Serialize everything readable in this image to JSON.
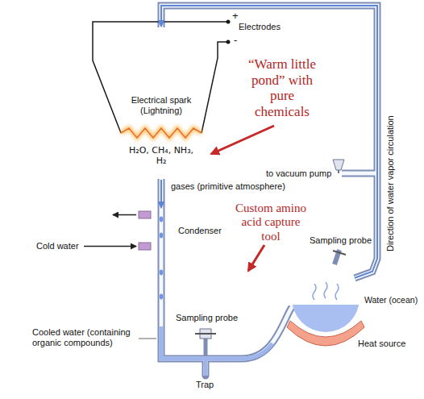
{
  "diagram": {
    "nodes": [
      {
        "text": [
          "Electrical spark (Lightning)",
          "H₂O, CH₄, NH₃, H₂",
          "gases (primitive atmosphere)"
        ]
      },
      {
        "text": [
          "Custom amino acid capture tool"
        ]
      },
      {
        "text": [
          "Condenser"
        ],
        "in": 1
      },
      {
        "text": [
          "Water (ocean)"
        ]
      }
    ],
    "edges": [
      {
        "from": 3,
        "to": 0,
        "arrow": "to"
      },
      {
        "from": 0,
        "to": 2,
        "arrow": "to"
      }
    ],
    "labels": [
      "+",
      "-",
      "Electrodes",
      "“Warm little pond” with pure chemicals",
      "to vacuum pump",
      "Direction of water vapor circulation",
      "Sampling probe",
      "Cold water",
      "Sampling probe",
      "Cooled water (containing organic compounds)",
      "Trap",
      "Heat source"
    ]
  }
}
